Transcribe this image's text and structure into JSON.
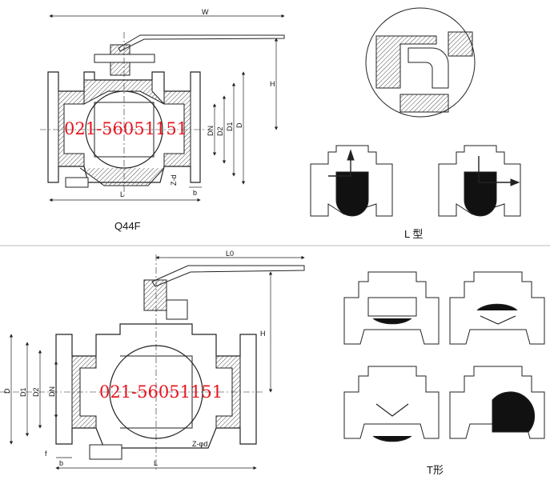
{
  "top": {
    "model": "Q44F",
    "dims": {
      "W": "W",
      "H": "H",
      "DN": "DN",
      "D2": "D2",
      "D1": "D1",
      "D": "D",
      "Zd": "Z-d",
      "b": "b",
      "L": "L"
    },
    "watermark": "021-56051151",
    "port_type": "L  型"
  },
  "bottom": {
    "dims": {
      "L0": "L0",
      "H": "H",
      "D": "D",
      "D1": "D1",
      "D2": "D2",
      "DN": "DN",
      "Zphid": "Z-φd",
      "f": "f",
      "b": "b",
      "L": "L"
    },
    "watermark": "021-56051151",
    "port_type": "T形"
  },
  "colors": {
    "line": "#222222",
    "fill": "#111111",
    "watermark": "#e8141e",
    "divider": "#bbbbbb"
  }
}
